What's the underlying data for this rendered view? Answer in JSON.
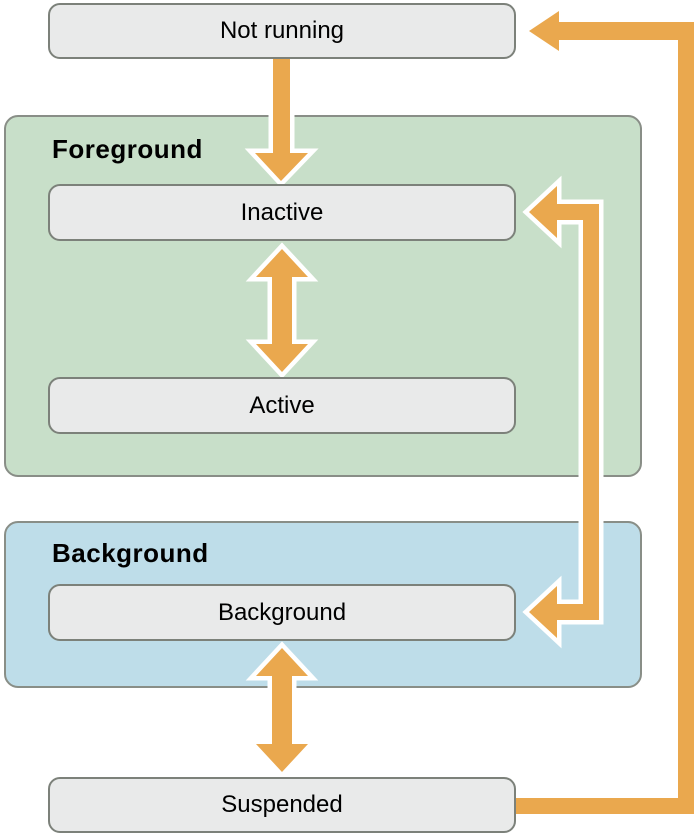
{
  "groups": {
    "foreground": {
      "label": "Foreground"
    },
    "background": {
      "label": "Background"
    }
  },
  "states": {
    "not_running": {
      "label": "Not running"
    },
    "inactive": {
      "label": "Inactive"
    },
    "active": {
      "label": "Active"
    },
    "background": {
      "label": "Background"
    },
    "suspended": {
      "label": "Suspended"
    }
  },
  "arrows": [
    {
      "name": "not-running-to-inactive",
      "from": "not_running",
      "to": "inactive",
      "heads": 1,
      "style": "orange with white outline"
    },
    {
      "name": "inactive-active-bidirectional",
      "from": "inactive",
      "to": "active",
      "heads": 2,
      "style": "orange with white outline"
    },
    {
      "name": "background-suspended-bidirectional",
      "from": "background",
      "to": "suspended",
      "heads": 2,
      "style": "orange with white outline"
    },
    {
      "name": "inactive-background-right-bracket",
      "from": "inactive",
      "to": "background",
      "heads": 2,
      "style": "orange with white outline, routed along right side"
    },
    {
      "name": "suspended-to-not-running",
      "from": "suspended",
      "to": "not_running",
      "heads": 1,
      "style": "orange, routed along outer right edge"
    }
  ],
  "colors": {
    "arrow_orange": "#eaa84e",
    "foreground_group_fill": "#c8dfc9",
    "background_group_fill": "#bedde9",
    "group_border": "#898e87",
    "state_box_fill": "#e9eaea",
    "state_box_border": "#7c817a",
    "text": "#000000",
    "page_background": "#ffffff"
  }
}
